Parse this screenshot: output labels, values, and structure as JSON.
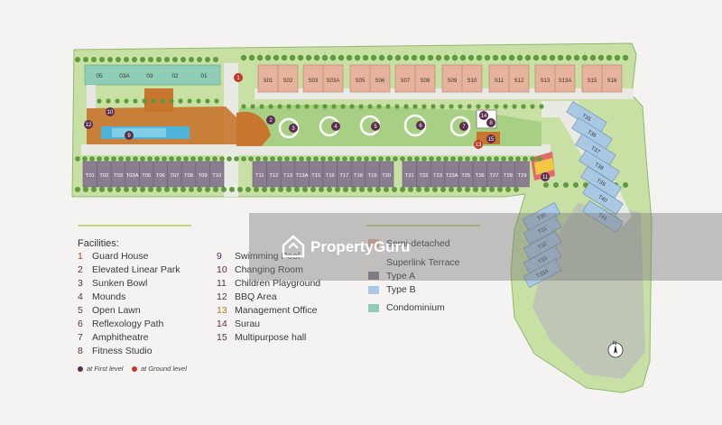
{
  "units": {
    "semi": [
      "S01",
      "S02",
      "S03",
      "S03A",
      "S05",
      "S06",
      "S07",
      "S08",
      "S09",
      "S10",
      "S11",
      "S12",
      "S13",
      "S13A",
      "S15",
      "S16"
    ],
    "terrace_row1": [
      "T01",
      "T02",
      "T03",
      "T03A",
      "T05",
      "T06",
      "T07",
      "T08",
      "T09",
      "T10"
    ],
    "terrace_row2": [
      "T11",
      "T12",
      "T13",
      "T13A",
      "T15",
      "T16",
      "T17",
      "T18",
      "T19",
      "T20"
    ],
    "terrace_row3": [
      "T21",
      "T22",
      "T23",
      "T23A",
      "T25",
      "T26",
      "T27",
      "T28",
      "T29"
    ],
    "terrace_b_right": [
      "T35",
      "T36",
      "T37",
      "T38",
      "T39",
      "T40",
      "T41"
    ],
    "terrace_b_left": [
      "T30",
      "T31",
      "T32",
      "T33",
      "T33A"
    ],
    "condo": [
      "05",
      "03A",
      "03",
      "02",
      "01"
    ]
  },
  "markers": {
    "upper": [
      "2",
      "3",
      "4",
      "5",
      "6",
      "7"
    ],
    "guard": "1",
    "other": [
      "8",
      "9",
      "10",
      "11",
      "12",
      "13",
      "14",
      "15"
    ]
  },
  "facilities": {
    "title": "Facilities:",
    "items": [
      {
        "num": "1",
        "label": "Guard House"
      },
      {
        "num": "2",
        "label": "Elevated Linear Park"
      },
      {
        "num": "3",
        "label": "Sunken Bowl"
      },
      {
        "num": "4",
        "label": "Mounds"
      },
      {
        "num": "5",
        "label": "Open Lawn"
      },
      {
        "num": "6",
        "label": "Reflexology Path"
      },
      {
        "num": "7",
        "label": "Amphitheatre"
      },
      {
        "num": "8",
        "label": "Fitness Studio"
      },
      {
        "num": "9",
        "label": "Swimming Pool"
      },
      {
        "num": "10",
        "label": "Changing Room"
      },
      {
        "num": "11",
        "label": "Children Playground"
      },
      {
        "num": "12",
        "label": "BBQ Area"
      },
      {
        "num": "13",
        "label": "Management Office"
      },
      {
        "num": "14",
        "label": "Surau"
      },
      {
        "num": "15",
        "label": "Multipurpose hall"
      }
    ],
    "first_level": "at First level",
    "ground_level": "at Ground level"
  },
  "unit_types": {
    "semi_detached": "Semi-detached",
    "superlink": "Superlink Terrace",
    "type_a": "Type A",
    "type_b": "Type B",
    "condominium": "Condominium"
  },
  "colors": {
    "semi": "#e8b39c",
    "type_a": "#8a7d8f",
    "type_b": "#a9c8e4",
    "condo": "#8fcdb7",
    "park": "#c9e0a5",
    "tree": "#5d9a3b",
    "deck": "#c8752e",
    "pool": "#4fb3d9",
    "marker": "#5b2d4f"
  },
  "watermark": "PropertyGuru",
  "compass": "N"
}
